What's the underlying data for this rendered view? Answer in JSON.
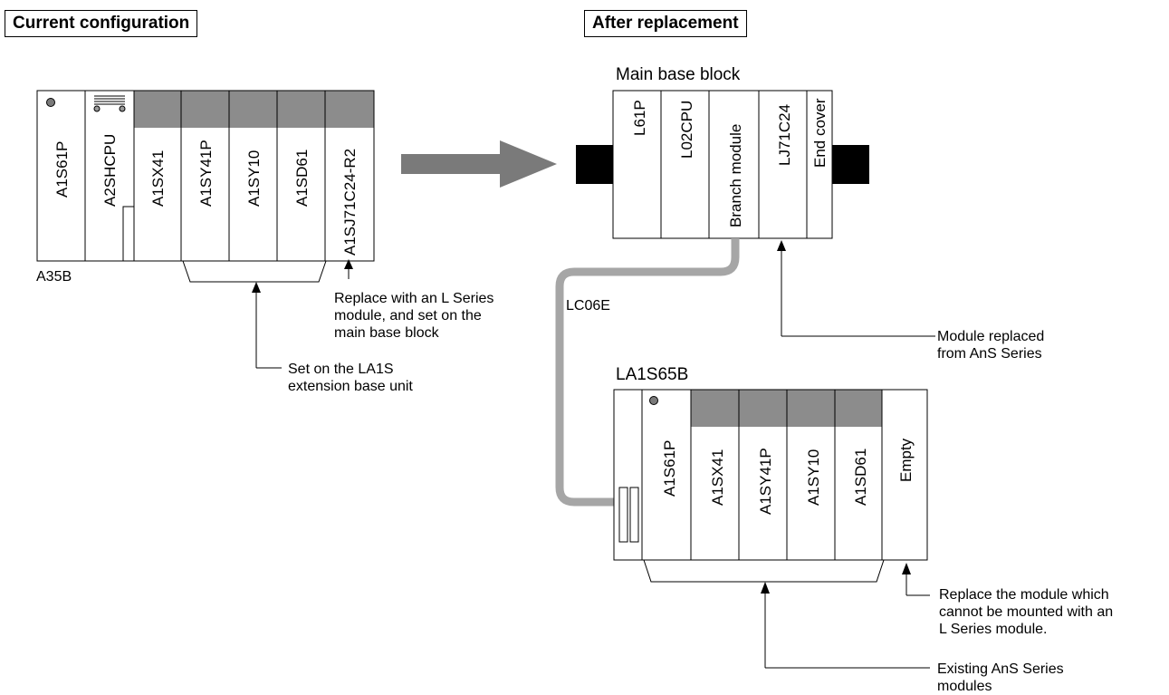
{
  "headers": {
    "current": "Current configuration",
    "after": "After replacement"
  },
  "current_base": {
    "name": "A35B",
    "slots": [
      "A1S61P",
      "A2SHCPU",
      "A1SX41",
      "A1SY41P",
      "A1SY10",
      "A1SD61",
      "A1SJ71C24-R2"
    ]
  },
  "main_base": {
    "title": "Main base block",
    "slots": [
      "L61P",
      "L02CPU",
      "Branch module",
      "LJ71C24",
      "End cover"
    ]
  },
  "cable": {
    "name": "LC06E"
  },
  "extension_base": {
    "title": "LA1S65B",
    "slots": [
      "A1S61P",
      "A1SX41",
      "A1SY41P",
      "A1SY10",
      "A1SD61",
      "Empty"
    ]
  },
  "notes": {
    "replace_with_l": [
      "Replace with an L Series",
      "module, and set on the",
      "main base block"
    ],
    "set_on_la1s": [
      "Set on the LA1S",
      "extension base unit"
    ],
    "module_replaced": [
      "Module replaced",
      "from AnS Series"
    ],
    "replace_empty": [
      "Replace the module which",
      "cannot be mounted with an",
      "L Series module."
    ],
    "existing_ans": [
      "Existing AnS Series",
      "modules"
    ]
  },
  "colors": {
    "module_top": "#8c8c8c",
    "arrow": "#7a7a7a",
    "cable": "#a6a6a6",
    "connector": "#000000"
  }
}
